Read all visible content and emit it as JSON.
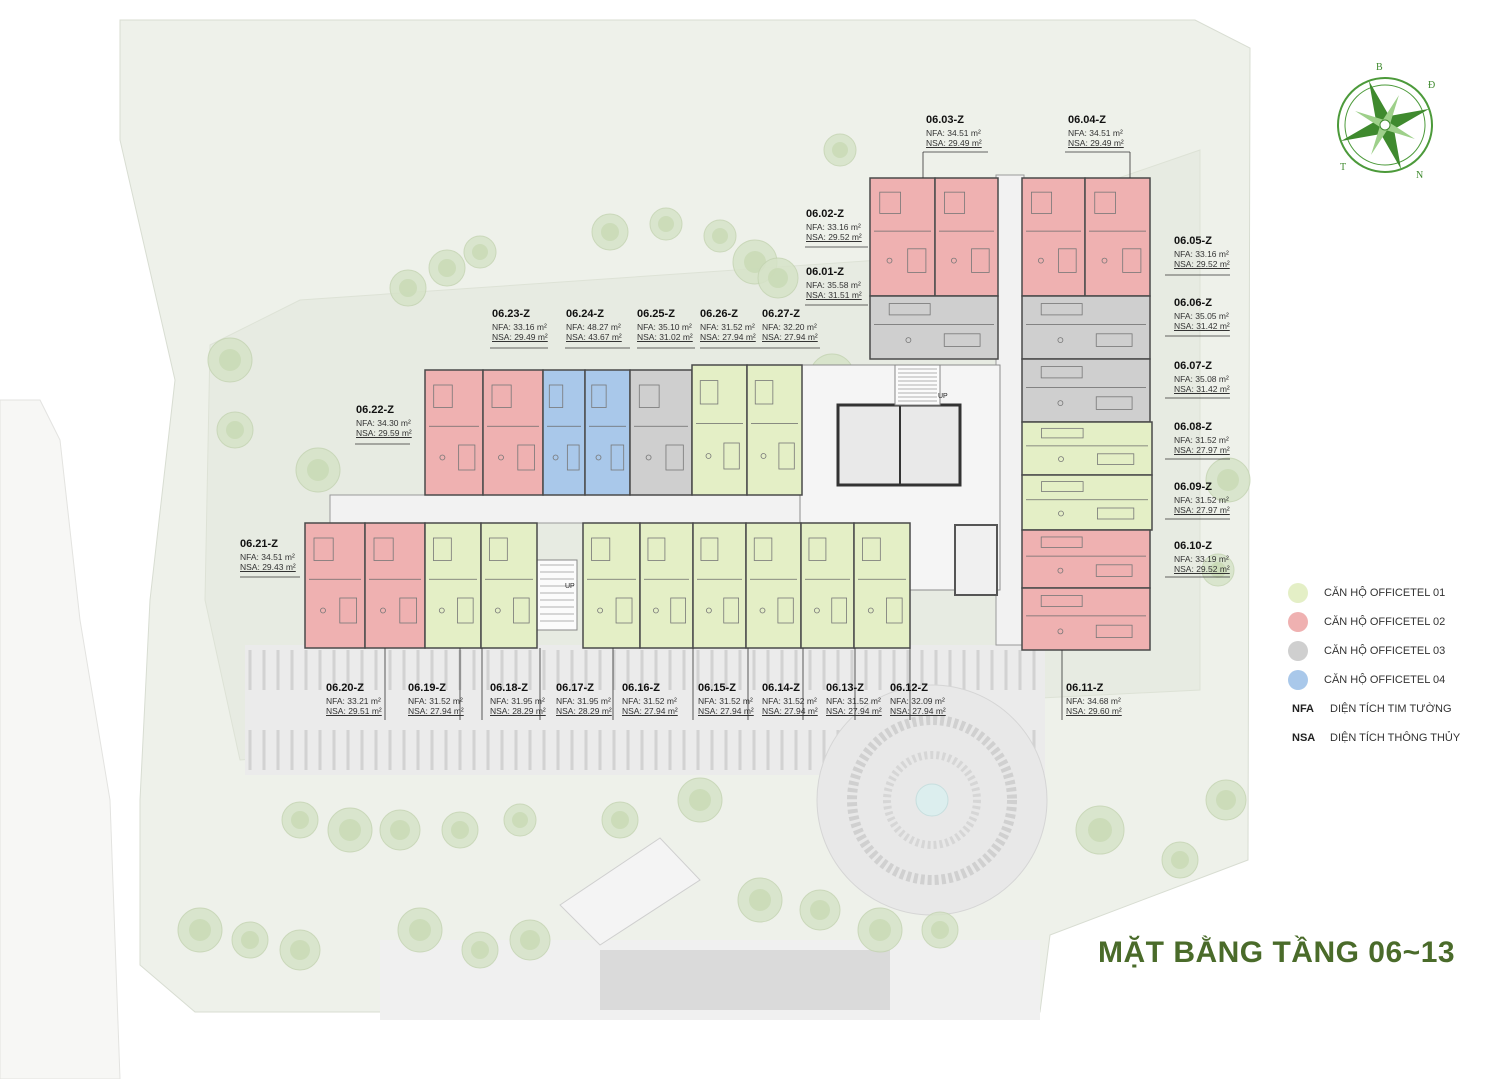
{
  "title": "MẶT BẰNG TẦNG 06~13",
  "compass": {
    "letters": [
      "B",
      "Đ",
      "N",
      "T"
    ]
  },
  "colors": {
    "officetel01": "#e4efc6",
    "officetel02": "#efb1b1",
    "officetel03": "#cfcfcf",
    "officetel04": "#a9c8ea",
    "title": "#4a6b2a"
  },
  "legend": [
    {
      "type": "officetel01",
      "label": "CĂN HỘ OFFICETEL 01"
    },
    {
      "type": "officetel02",
      "label": "CĂN HỘ OFFICETEL 02"
    },
    {
      "type": "officetel03",
      "label": "CĂN HỘ OFFICETEL 03"
    },
    {
      "type": "officetel04",
      "label": "CĂN HỘ OFFICETEL 04"
    }
  ],
  "abbreviations": [
    {
      "abbr": "NFA",
      "label": "DIỆN TÍCH TIM TƯỜNG"
    },
    {
      "abbr": "NSA",
      "label": "DIỆN TÍCH THÔNG THỦY"
    }
  ],
  "units": [
    {
      "code": "06.01-Z",
      "nfa": "NFA: 35.58 m²",
      "nsa": "NSA: 31.51 m²",
      "type": "officetel03"
    },
    {
      "code": "06.02-Z",
      "nfa": "NFA: 33.16 m²",
      "nsa": "NSA: 29.52 m²",
      "type": "officetel02"
    },
    {
      "code": "06.03-Z",
      "nfa": "NFA: 34.51 m²",
      "nsa": "NSA: 29.49 m²",
      "type": "officetel02"
    },
    {
      "code": "06.04-Z",
      "nfa": "NFA: 34.51 m²",
      "nsa": "NSA: 29.49 m²",
      "type": "officetel02"
    },
    {
      "code": "06.05-Z",
      "nfa": "NFA: 33.16 m²",
      "nsa": "NSA: 29.52 m²",
      "type": "officetel02"
    },
    {
      "code": "06.06-Z",
      "nfa": "NFA: 35.05 m²",
      "nsa": "NSA: 31.42 m²",
      "type": "officetel03"
    },
    {
      "code": "06.07-Z",
      "nfa": "NFA: 35.08 m²",
      "nsa": "NSA: 31.42 m²",
      "type": "officetel03"
    },
    {
      "code": "06.08-Z",
      "nfa": "NFA: 31.52 m²",
      "nsa": "NSA: 27.97 m²",
      "type": "officetel01"
    },
    {
      "code": "06.09-Z",
      "nfa": "NFA: 31.52 m²",
      "nsa": "NSA: 27.97 m²",
      "type": "officetel01"
    },
    {
      "code": "06.10-Z",
      "nfa": "NFA: 33.19 m²",
      "nsa": "NSA: 29.52 m²",
      "type": "officetel02"
    },
    {
      "code": "06.11-Z",
      "nfa": "NFA: 34.68 m²",
      "nsa": "NSA: 29.60 m²",
      "type": "officetel02"
    },
    {
      "code": "06.12-Z",
      "nfa": "NFA: 32.09 m²",
      "nsa": "NSA: 27.94 m²",
      "type": "officetel01"
    },
    {
      "code": "06.13-Z",
      "nfa": "NFA: 31.52 m²",
      "nsa": "NSA: 27.94 m²",
      "type": "officetel01"
    },
    {
      "code": "06.14-Z",
      "nfa": "NFA: 31.52 m²",
      "nsa": "NSA: 27.94 m²",
      "type": "officetel01"
    },
    {
      "code": "06.15-Z",
      "nfa": "NFA: 31.52 m²",
      "nsa": "NSA: 27.94 m²",
      "type": "officetel01"
    },
    {
      "code": "06.16-Z",
      "nfa": "NFA: 31.52 m²",
      "nsa": "NSA: 27.94 m²",
      "type": "officetel01"
    },
    {
      "code": "06.17-Z",
      "nfa": "NFA: 31.95 m²",
      "nsa": "NSA: 28.29 m²",
      "type": "officetel01"
    },
    {
      "code": "06.18-Z",
      "nfa": "NFA: 31.95 m²",
      "nsa": "NSA: 28.29 m²",
      "type": "officetel01"
    },
    {
      "code": "06.19-Z",
      "nfa": "NFA: 31.52 m²",
      "nsa": "NSA: 27.94 m²",
      "type": "officetel01"
    },
    {
      "code": "06.20-Z",
      "nfa": "NFA: 33.21 m²",
      "nsa": "NSA: 29.51 m²",
      "type": "officetel02"
    },
    {
      "code": "06.21-Z",
      "nfa": "NFA: 34.51 m²",
      "nsa": "NSA: 29.43 m²",
      "type": "officetel02"
    },
    {
      "code": "06.22-Z",
      "nfa": "NFA: 34.30 m²",
      "nsa": "NSA: 29.59 m²",
      "type": "officetel02"
    },
    {
      "code": "06.23-Z",
      "nfa": "NFA: 33.16 m²",
      "nsa": "NSA: 29.49 m²",
      "type": "officetel02"
    },
    {
      "code": "06.24-Z",
      "nfa": "NFA: 48.27 m²",
      "nsa": "NSA: 43.67 m²",
      "type": "officetel04"
    },
    {
      "code": "06.25-Z",
      "nfa": "NFA: 35.10 m²",
      "nsa": "NSA: 31.02 m²",
      "type": "officetel03"
    },
    {
      "code": "06.26-Z",
      "nfa": "NFA: 31.52 m²",
      "nsa": "NSA: 27.94 m²",
      "type": "officetel01"
    },
    {
      "code": "06.27-Z",
      "nfa": "NFA: 32.20 m²",
      "nsa": "NSA: 27.94 m²",
      "type": "officetel01"
    }
  ],
  "stair_labels": [
    "UP",
    "UP"
  ]
}
